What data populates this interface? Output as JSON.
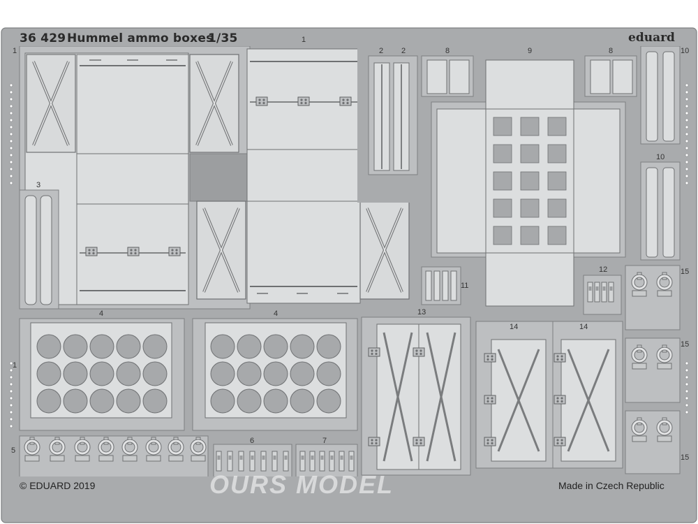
{
  "sheet": {
    "product_code": "36 429",
    "product_name": "Hummel ammo boxes",
    "scale": "1/35",
    "brand": "eduard",
    "copyright": "© EDUARD 2019",
    "origin": "Made in Czech Republic",
    "watermark": "OURS MODEL"
  },
  "part_numbers": {
    "p1": "1",
    "p1b": "1",
    "p1c": "1",
    "p2a": "2",
    "p2b": "2",
    "p3": "3",
    "p4a": "4",
    "p4b": "4",
    "p5": "5",
    "p6": "6",
    "p7": "7",
    "p8a": "8",
    "p8b": "8",
    "p9": "9",
    "p10a": "10",
    "p10b": "10",
    "p11": "11",
    "p12": "12",
    "p13": "13",
    "p14a": "14",
    "p14b": "14",
    "p15a": "15",
    "p15b": "15",
    "p15c": "15"
  },
  "colors": {
    "fret": "#a9abad",
    "part": "#dcdedf",
    "line": "#6e7072",
    "dark": "#8a8c8e"
  }
}
